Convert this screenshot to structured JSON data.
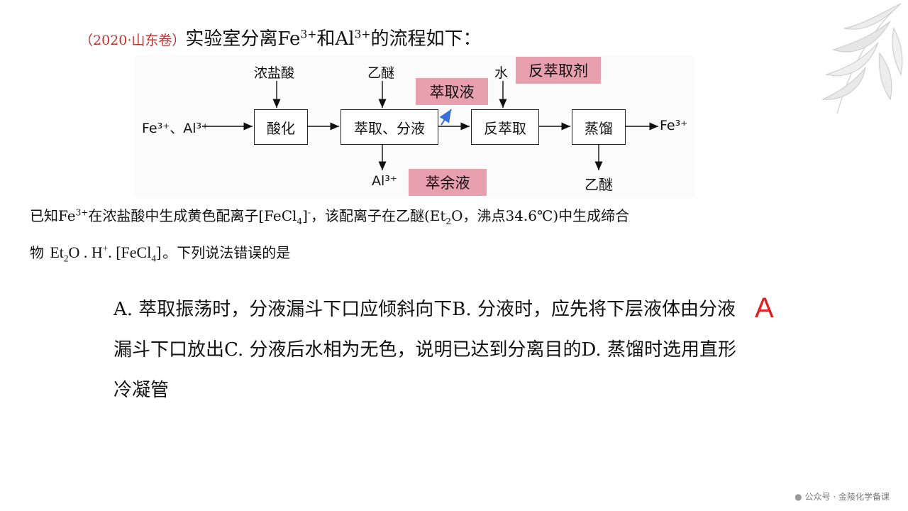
{
  "title": {
    "source": "（2020·山东卷）",
    "lead": "实验室分离Fe",
    "sup1": "3+",
    "mid": "和Al",
    "sup2": "3+",
    "tail": "的流程如下："
  },
  "flowchart": {
    "input": "Fe³⁺、Al³⁺",
    "steps": [
      "酸化",
      "萃取、分液",
      "反萃取",
      "蒸馏"
    ],
    "reagents": [
      "浓盐酸",
      "乙醚",
      "水"
    ],
    "out_al": "Al³⁺",
    "out_fe": "Fe³⁺",
    "out_ether": "乙醚",
    "highlights": {
      "extract_liquid": "萃取液",
      "back_extract_agent": "反萃取剂",
      "raffinate": "萃余液"
    },
    "colors": {
      "highlight": "#e8a0ae",
      "arrow_blue": "#3a6fd8"
    }
  },
  "known": {
    "p1": "已知Fe",
    "sup1": "3+",
    "p2": "在浓盐酸中生成黄色配离子[FeCl",
    "sub1": "4",
    "sup2": "]",
    "sup3": "-",
    "p3": "，该配离子在乙醚(Et",
    "sub2": "2",
    "p4": "O，沸点34.6℃)中生成缔合",
    "line2_start": "物",
    "formula_a": "Et",
    "formula_sub": "2",
    "formula_b": "O . H",
    "formula_sup": "+",
    "formula_c": ". [FeCl",
    "formula_sub2": "4",
    "formula_d": "]",
    "line2_end": "。下列说法错误的是"
  },
  "options_text": "A. 萃取振荡时，分液漏斗下口应倾斜向下B. 分液时，应先将下层液体由分液漏斗下口放出C. 分液后水相为无色，说明已达到分离目的D. 蒸馏时选用直形冷凝管",
  "answer": "A",
  "watermark": "公众号 · 金陵化学备课",
  "colors": {
    "source_red": "#c0302a",
    "answer_red": "#e02020"
  }
}
